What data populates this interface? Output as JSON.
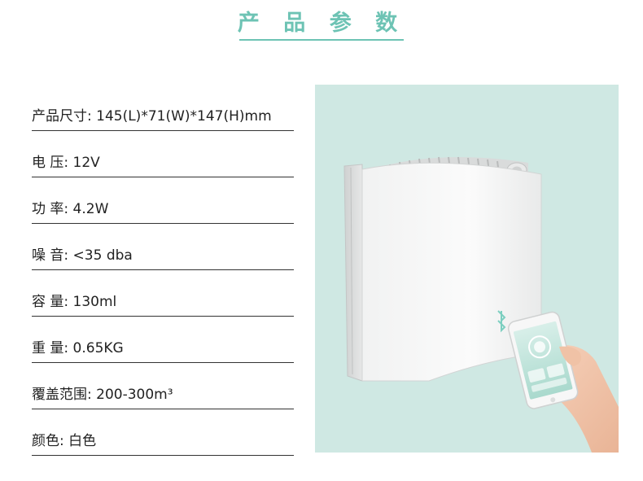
{
  "page_title": "产 品 参 数",
  "accent_color": "#6dc3b4",
  "specs": [
    {
      "text": "产品尺寸: 145(L)*71(W)*147(H)mm"
    },
    {
      "text": "电 压: 12V"
    },
    {
      "text": "功 率: 4.2W"
    },
    {
      "text": "噪 音: <35 dba"
    },
    {
      "text": "容 量: 130ml"
    },
    {
      "text": "重 量: 0.65KG"
    },
    {
      "text": "覆盖范围: 200-300m³"
    },
    {
      "text": "颜色: 白色"
    }
  ],
  "product_image": {
    "icons": [
      "bluetooth-icon",
      "smartphone-icon"
    ]
  }
}
